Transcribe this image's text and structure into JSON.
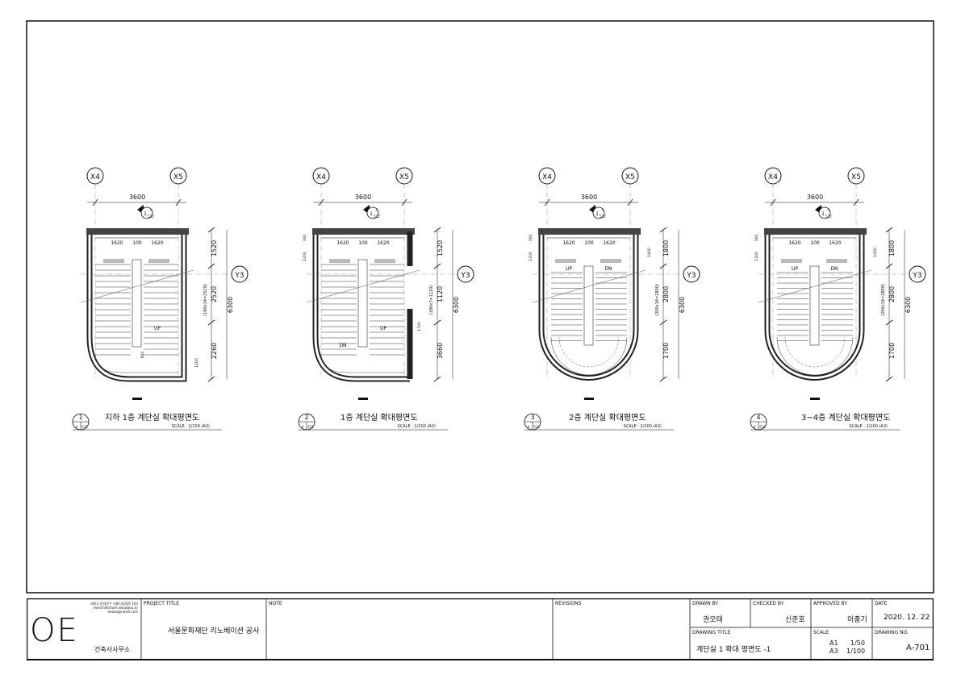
{
  "grid": {
    "x_left": "X4",
    "x_right": "X5",
    "y": "Y3",
    "overall_width": "3600",
    "overall_height": "6300"
  },
  "common_dims": {
    "left_stair": "1620",
    "gap": "100",
    "right_stair": "1620"
  },
  "section_marker": {
    "num": "1",
    "sheet": "A",
    "ref": "512"
  },
  "callout_ref": {
    "sheet": "A",
    "sheet_no": "511"
  },
  "stair_labels": {
    "up": "UP",
    "dn": "DN"
  },
  "plans": [
    {
      "num": "1",
      "title": "지하 1층 계단실 확대평면도",
      "scale": "SCALE : 1/100 (A3)",
      "vdims": [
        "1520",
        "2520",
        "2260"
      ],
      "small_dims": [
        "600",
        "1200"
      ],
      "small_note": "(180x14=2520)"
    },
    {
      "num": "2",
      "title": "1층 계단실 확대평면도",
      "scale": "SCALE : 1/100 (A3)",
      "vdims": [
        "1520",
        "1120",
        "3660"
      ],
      "small_dims": [
        "300",
        "1200",
        "1700"
      ],
      "small_note": "(180x7=1120)"
    },
    {
      "num": "3",
      "title": "2층 계단실 확대평면도",
      "scale": "SCALE : 1/100 (A3)",
      "vdims": [
        "1800",
        "2800",
        "1700"
      ],
      "small_dims": [
        "300",
        "1200",
        "1400"
      ],
      "small_note": "(200x14=2800)"
    },
    {
      "num": "4",
      "title": "3~4층 계단실 확대평면도",
      "scale": "SCALE : 1/100 (A3)",
      "vdims": [
        "1800",
        "2800",
        "1700"
      ],
      "small_dims": [
        "300",
        "1200",
        "1400"
      ],
      "small_note": "(200x14=2800)"
    }
  ],
  "title_block": {
    "office_address": "서울시 동대문구 서울시립대로 163",
    "office_email1": "oearchitecture.seoul@ac.kr",
    "office_email2": "oeoaa@naver.com",
    "logo": "OE",
    "office_name": "건축사사무소",
    "project_title_label": "PROJECT TITLE",
    "project_title": "서울문화재단 리노베이션 공사",
    "note_label": "NOTE",
    "revisions_label": "REVISIONS",
    "drawn_by_label": "DRAWN BY",
    "drawn_by": "권오태",
    "checked_by_label": "CHECKED BY",
    "checked_by": "신준호",
    "approved_by_label": "APPROVED BY",
    "approved_by": "이충기",
    "date_label": "DATE",
    "date": "2020. 12. 22",
    "drawing_title_label": "DRAWING TITLE",
    "drawing_title": "계단실 1 확대 평면도 -1",
    "scale_label": "SCALE",
    "scale_a1": "A1",
    "scale_a1_val": "1/50",
    "scale_a3": "A3",
    "scale_a3_val": "1/100",
    "drawing_no_label": "DRAWING NO.",
    "drawing_no": "A-701"
  }
}
